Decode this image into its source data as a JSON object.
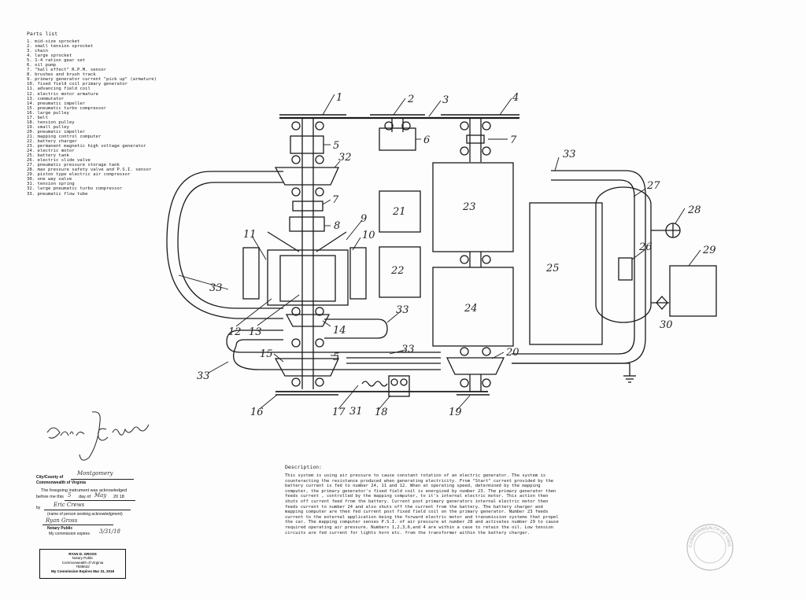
{
  "parts_list": {
    "title": "Parts list",
    "items": [
      "1. mid-size sprocket",
      "2. small tension sprocket",
      "3. chain",
      "4. large sprocket",
      "5. 1-4 ration gear set",
      "6. oil pump",
      "7. \"hall effect\" R.P.M. sensor",
      "8. brushes and brush track",
      "9. primary generator current \"pick up\" (armature)",
      "10. fixed field coil primary generator",
      "11. advancing field coil",
      "12. electric motor armature",
      "13. commutator",
      "14. pneumatic impeller",
      "15. pneumatic turbo compressor",
      "16. large pulley",
      "17. belt",
      "18. tension pulley",
      "19. small pulley",
      "20. pneumatic impeller",
      "21. mapping control computer",
      "22. battery charger",
      "23. permanent magnetic high voltage generator",
      "24. electric motor",
      "25. battery tank",
      "26. electric slide valve",
      "27. pneumatic pressure storage tank",
      "28. max pressure safety valve and P.S.I. sensor",
      "29. piston type electric air compressor",
      "30. one way valve",
      "31. tension spring",
      "32. large pneumatic turbo compressor",
      "33. pneumatic flow tube"
    ]
  },
  "diagram_labels": {
    "l1": "1",
    "l2": "2",
    "l3": "3",
    "l4": "4",
    "l5a": "5",
    "l5b": "5",
    "l6": "6",
    "l7a": "7",
    "l7b": "7",
    "l8": "8",
    "l9": "9",
    "l10": "10",
    "l11": "11",
    "l12": "12",
    "l13": "13",
    "l14": "14",
    "l15": "15",
    "l16": "16",
    "l17": "17",
    "l18": "18",
    "l19": "19",
    "l20": "20",
    "l21": "21",
    "l22": "22",
    "l23": "23",
    "l24": "24",
    "l25": "25",
    "l26": "26",
    "l27": "27",
    "l28": "28",
    "l29": "29",
    "l30": "30",
    "l31": "31",
    "l32": "32",
    "l33a": "33",
    "l33b": "33",
    "l33c": "33",
    "l33d": "33",
    "l33e": "33"
  },
  "description": {
    "title": "Description:",
    "body": "This system is using air pressure to cause constant rotation of an electric generator. The system is counteracting the resistance produced when generating electricity. From \"Start\" current provided by the battery current is fed to number 24, 11 and 12. When at operating speed, determined by the mapping computer, the primary generator's fixed field coil is energized by number 23. The primary generator then feeds current , controlled by the mapping computer, to it's internal electric motor. This action then shuts off current feed from the battery. Current post primary generators internal electric motor then feeds current to number 24 and also shuts off the current from the battery. The battery charger and mapping computer are then fed current post fixed field coil on the primary generator. Number 23 feeds current to the external application being the forward electric motor and transmission systems that propel the car. The mapping computer senses P.S.I. of air pressure at number 28 and activates number 29 to cause required operating air pressure. Numbers 1,2,3,6,and 4 are within a case to retain the oil. Low tension circuits are fed current for lights horn etc. from the transformer within the battery charger."
  },
  "signature": {
    "text": "Eric J Crews"
  },
  "notary": {
    "city_label": "City/County of",
    "city_value": "Montgomery",
    "commonwealth": "Commonwealth of Virginia",
    "ack_text": "The foregoing instrument was acknowledged",
    "before_text": "before me this",
    "day_value": "5",
    "day_of": "day of",
    "month_value": "May",
    "year_value": "20 18",
    "by_label": "by",
    "by_value": "Eric Crews",
    "person_caption": "(name of person seeking acknowledgment)",
    "notary_sig": "Ryan Gross",
    "notary_public": "Notary Public",
    "expires_label": "My commission expires",
    "expires_value": "3/31/18",
    "stamp": {
      "name": "RYAN D. GROSS",
      "role": "Notary Public",
      "state": "Commonwealth of Virginia",
      "reg": "7598632",
      "expires": "My Commission Expires Mar 31, 2018"
    }
  },
  "seal": {
    "text": "COMMONWEALTH OF VIRGINIA"
  }
}
